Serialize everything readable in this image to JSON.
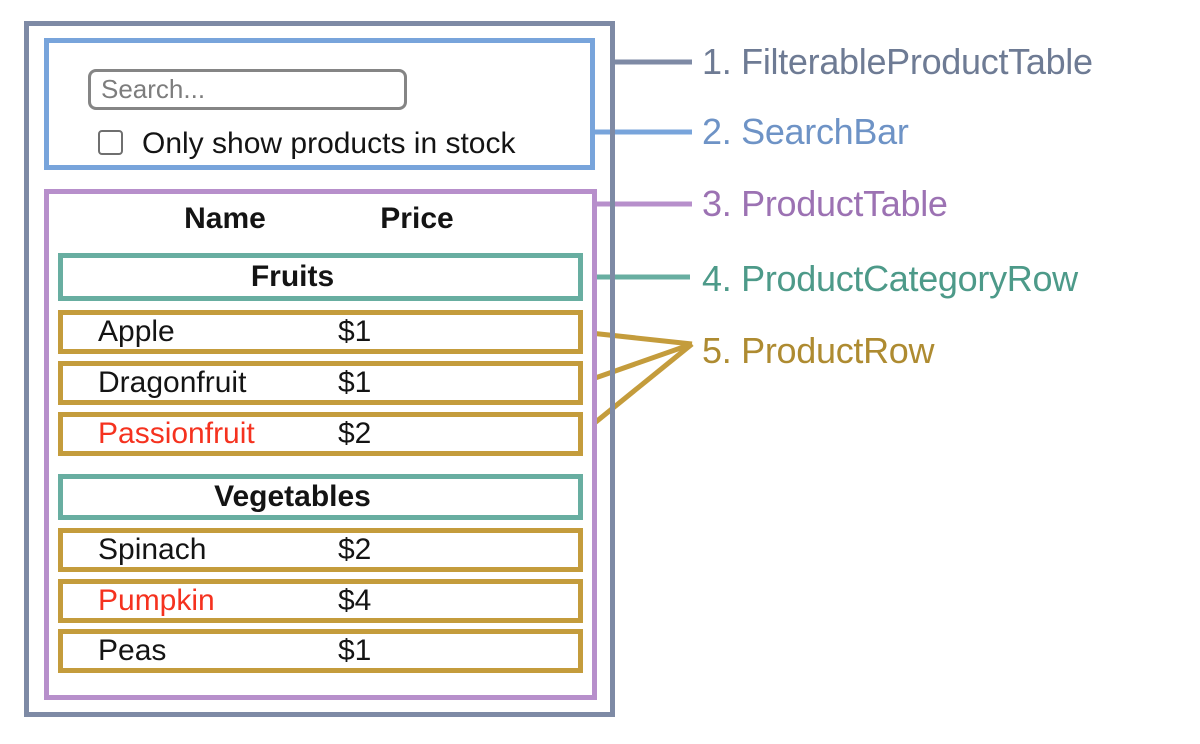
{
  "colors": {
    "slate_border": "#7e8aa5",
    "blue_border": "#78a4db",
    "purple_border": "#b78fcb",
    "teal_border": "#68aea1",
    "gold_border": "#c49c3c",
    "slate_text": "#6e7b94",
    "blue_text": "#6e93c6",
    "purple_text": "#9c72b3",
    "teal_text": "#4d9a89",
    "gold_text": "#ae8b31",
    "out_of_stock_red": "#f5321f",
    "text_black": "#141414"
  },
  "search_bar": {
    "placeholder": "Search...",
    "checkbox_label": "Only show products in stock",
    "checkbox_checked": false
  },
  "table": {
    "headers": {
      "name": "Name",
      "price": "Price"
    },
    "sections": [
      {
        "category": "Fruits",
        "rows": [
          {
            "name": "Apple",
            "price": "$1",
            "name_color": "#141414"
          },
          {
            "name": "Dragonfruit",
            "price": "$1",
            "name_color": "#141414"
          },
          {
            "name": "Passionfruit",
            "price": "$2",
            "name_color": "#f5321f"
          }
        ]
      },
      {
        "category": "Vegetables",
        "rows": [
          {
            "name": "Spinach",
            "price": "$2",
            "name_color": "#141414"
          },
          {
            "name": "Pumpkin",
            "price": "$4",
            "name_color": "#f5321f"
          },
          {
            "name": "Peas",
            "price": "$1",
            "name_color": "#141414"
          }
        ]
      }
    ]
  },
  "legend": {
    "items": [
      {
        "label": "1. FilterableProductTable",
        "color": "#6e7b94"
      },
      {
        "label": "2. SearchBar",
        "color": "#6e93c6"
      },
      {
        "label": "3. ProductTable",
        "color": "#9c72b3"
      },
      {
        "label": "4. ProductCategoryRow",
        "color": "#4d9a89"
      },
      {
        "label": "5. ProductRow",
        "color": "#ae8b31"
      }
    ]
  }
}
